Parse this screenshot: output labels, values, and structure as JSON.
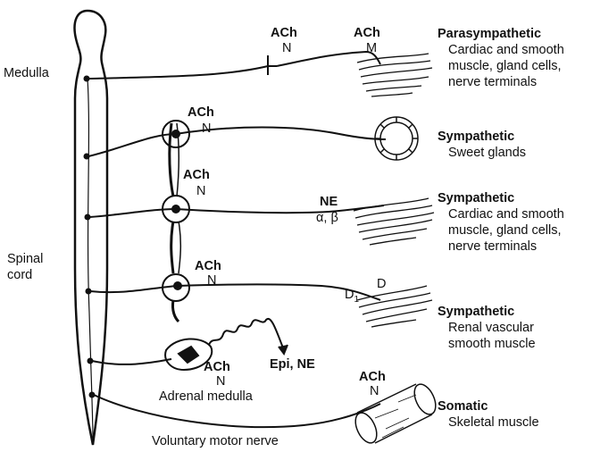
{
  "labels": {
    "medulla": "Medulla",
    "spinal_cord_1": "Spinal",
    "spinal_cord_2": "cord",
    "adrenal_medulla": "Adrenal medulla",
    "voluntary_motor_nerve": "Voluntary motor nerve"
  },
  "pathways": [
    {
      "pre_transmitter": "ACh",
      "pre_receptor": "N",
      "post_transmitter": "ACh",
      "post_receptor": "M",
      "title": "Parasympathetic",
      "lines": [
        "Cardiac and smooth",
        "muscle, gland cells,",
        "nerve terminals"
      ]
    },
    {
      "pre_transmitter": "ACh",
      "pre_receptor": "N",
      "title": "Sympathetic",
      "lines": [
        "Sweet glands"
      ]
    },
    {
      "pre_transmitter": "ACh",
      "pre_receptor": "N",
      "post_transmitter": "NE",
      "post_receptor": "α, β",
      "title": "Sympathetic",
      "lines": [
        "Cardiac and smooth",
        "muscle, gland cells,",
        "nerve terminals"
      ]
    },
    {
      "pre_transmitter": "ACh",
      "pre_receptor": "N",
      "post_transmitter": "D",
      "post_receptor": "D",
      "post_receptor_sub": "1",
      "title": "Sympathetic",
      "lines": [
        "Renal vascular",
        "smooth muscle"
      ]
    },
    {
      "pre_transmitter": "ACh",
      "pre_receptor": "N",
      "output": "Epi, NE"
    },
    {
      "post_transmitter": "ACh",
      "post_receptor": "N",
      "title": "Somatic",
      "lines": [
        "Skeletal muscle"
      ]
    }
  ]
}
